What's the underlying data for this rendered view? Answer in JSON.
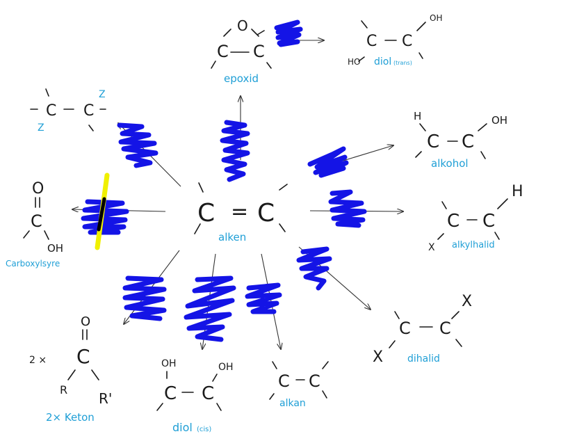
{
  "colors": {
    "ink": "#1a1a1a",
    "label": "#1f9fd6",
    "scribble": "#1414e6",
    "highlight": "#f0f000",
    "arrow": "#333333"
  },
  "center": {
    "atom_left": "C",
    "bond": "=",
    "atom_right": "C",
    "label": "alken"
  },
  "epoxid": {
    "oxygen": "O",
    "c_left": "C",
    "c_right": "C",
    "label": "epoxid"
  },
  "diol_trans": {
    "c_left": "C",
    "c_right": "C",
    "oh_top": "OH",
    "ho_bottom": "HO",
    "label_main": "diol",
    "label_note": "(trans)"
  },
  "alkohol": {
    "h": "H",
    "oh": "OH",
    "c_left": "C",
    "c_right": "C",
    "label": "alkohol"
  },
  "alkylhalid": {
    "h": "H",
    "x": "X",
    "c_left": "C",
    "c_right": "C",
    "label": "alkylhalid"
  },
  "dihalid": {
    "x_left": "X",
    "x_right": "X",
    "c_left": "C",
    "c_right": "C",
    "label": "dihalid"
  },
  "alkan": {
    "c_left": "C",
    "c_right": "C",
    "label": "alkan"
  },
  "diol_cis": {
    "oh_left": "OH",
    "oh_right": "OH",
    "c_left": "C",
    "c_right": "C",
    "label_main": "diol",
    "label_note": "(cis)"
  },
  "keton": {
    "multiplier": "2 ×",
    "oxygen": "O",
    "carbon": "C",
    "r_left": "R",
    "r_right": "R'",
    "label": "2× Keton"
  },
  "carboxylsyre": {
    "oxygen": "O",
    "carbon": "C",
    "oh": "OH",
    "label": "Carboxylsyre"
  },
  "dihalide_topleft": {
    "c_left": "C",
    "c_right": "C",
    "z_top": "Z",
    "z_bottom": "Z"
  }
}
